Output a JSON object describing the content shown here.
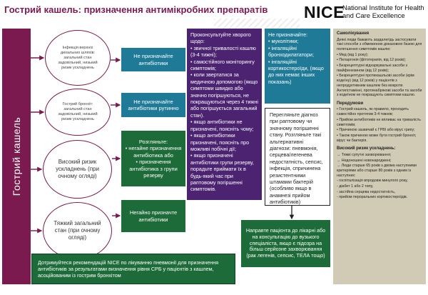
{
  "header": {
    "title": "Гострий кашель: призначення антимікробних препаратів",
    "logo_mark": "NICE",
    "logo_text": [
      "National Institute for Health",
      "and Care Excellence"
    ]
  },
  "sidebar": {
    "label": "Гострий кашель"
  },
  "conditions": [
    {
      "text": "Інфекція верхніх дихальних шляхів: загальний стан задовільний, низький ризик ускладнень"
    },
    {
      "text": "Гострий бронхіт: загальний стан задовільний, низький ризик ускладнень"
    },
    {
      "text": "Високий ризик ускладнень (при очному огляді)"
    },
    {
      "text": "Тяжкий загальний стан (при очному огляді)"
    }
  ],
  "actions": {
    "a1": "Не призначайте антибіотики",
    "a2": "Не призначайте антибіотики рутинно",
    "a3": {
      "title": "Розгляньте:",
      "items": [
        "• негайне призначення антибіотика або",
        "• призначення антибіотика з групи резерву"
      ]
    },
    "a4": "Негайно призначте антибіотики"
  },
  "consult": {
    "intro": "Проконсультуйте хворого щодо:",
    "items": [
      "• звичної тривалості кашлю (3-4 тижні);",
      "• самостійного моніторингу симптомів;",
      "• коли звертатися за медичною допомогою (якщо симптоми швидко або значно погіршуються, не покращуються через 4 тижні або погіршується загальний стан).",
      "• якщо антибіотики не призначені, поясніть чому;",
      "• якщо антибіотики призначені, поясніть про можливі побічні дії;",
      "• якщо призначені антибіотики групи резерву, порадьте приймати їх в будь-який час при раптовому погіршенні симптомів."
    ]
  },
  "dont_prescribe": {
    "title": "Не призначайте:",
    "items": [
      "• муколітики;",
      "• інгаляційні бронходилататори;",
      "• інгаляційні кортикостероїди, (якщо до них немає інших показань)"
    ]
  },
  "review": {
    "text": "Перегляньте діагноз при раптовому чи значному погіршенні стану. Розгляньте такі альтернативні діагнози: пневмонія, серцева/легенева недостатність, сепсис, інфекція, спричинена резистентними штамами бактерій (особливо якщо в анамнезі прийом антибіотиків)"
  },
  "referral": {
    "text": "Направте пацієнта до лікарні або на консультацію до вузького спеціаліста, якщо є підозра на більш серйозне захворювання (рак легенів, сепсис, ТЕЛА тощо)"
  },
  "bottom_note": {
    "text": "Дотримуйтеся рекомендацій NICE по лікуванню пневмонії для призначення антибіотиків за результатами визначення рівня СРБ у пацієнтів з кашлем, асоційованим із гострим бронхітом"
  },
  "side_panel": {
    "self_care": {
      "heading": "Самолікування",
      "paras": [
        "Деякі люди бажають заздалегідь застосувати такі способи з обмеженою доказовою базою для полегшення симптомів кашлю:",
        "• Мед (від 1 року);",
        "• Пеларгонія (фітотерапія, від 12 років);",
        "• Безрецептурні відхаркувальні засоби з гвайфенезином (від 12 років);",
        "• Безрецептурні протикашльові засоби (крім кодеїну) (від 12 років) у пацієнтів з непродуктивним кашлем без мокроти. Антигістамінні, протинабрякові засоби та засоби з кодеїном не покращують симптоми кашлю."
      ]
    },
    "notes": {
      "heading": "Передумови",
      "paras": [
        "• Гострий кашель, як правило, проходить самостійно протягом 3-4 тижнів;",
        "• Прийом антибіотиків не впливає на тривалість симптомів;",
        "• Причиною зазвичай є ГРВІ або вірус грипу;",
        "• Також причиною може бути гострий бронхіт, вірус чи бактерія."
      ]
    },
    "risk": {
      "heading": "Високий ризик ускладнень:",
      "paras": [
        "→ Тяжкі супутні захворювання;",
        "→ Недоношені новонароджені;",
        "→ Люди старше 65 років з двома наступними критеріями або старше 80 років з одним із наступних:",
        "- госпіталізація впродовж минулого року,",
        "- діабет 1 або 2 типу,",
        "- застійна серцева недостатність,",
        "- прийом пероральних кортикостероїдів."
      ]
    }
  }
}
